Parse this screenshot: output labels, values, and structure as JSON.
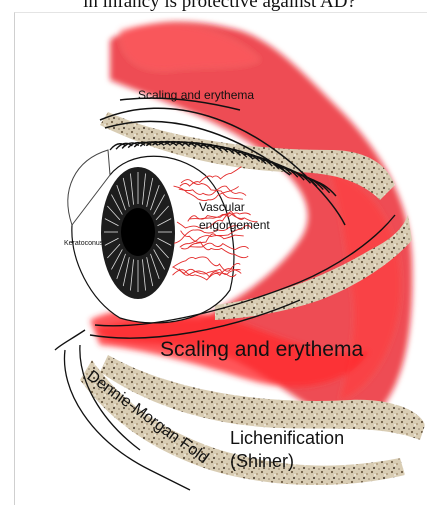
{
  "caption": "in infancy is protective against AD?",
  "labels": {
    "scaling_top": "Scaling and erythema",
    "vascular_line1": "Vascular",
    "vascular_line2": "engorgement",
    "keratoconus": "Keratoconus",
    "scaling_bottom": "Scaling and erythema",
    "dennie_morgan": "Dennie-Morgan Fold",
    "lichen_line1": "Lichenification",
    "lichen_line2": "(Shiner)"
  },
  "colors": {
    "erythema": "#e8141c",
    "speckle": "#b8a88a",
    "ink": "#111111"
  }
}
